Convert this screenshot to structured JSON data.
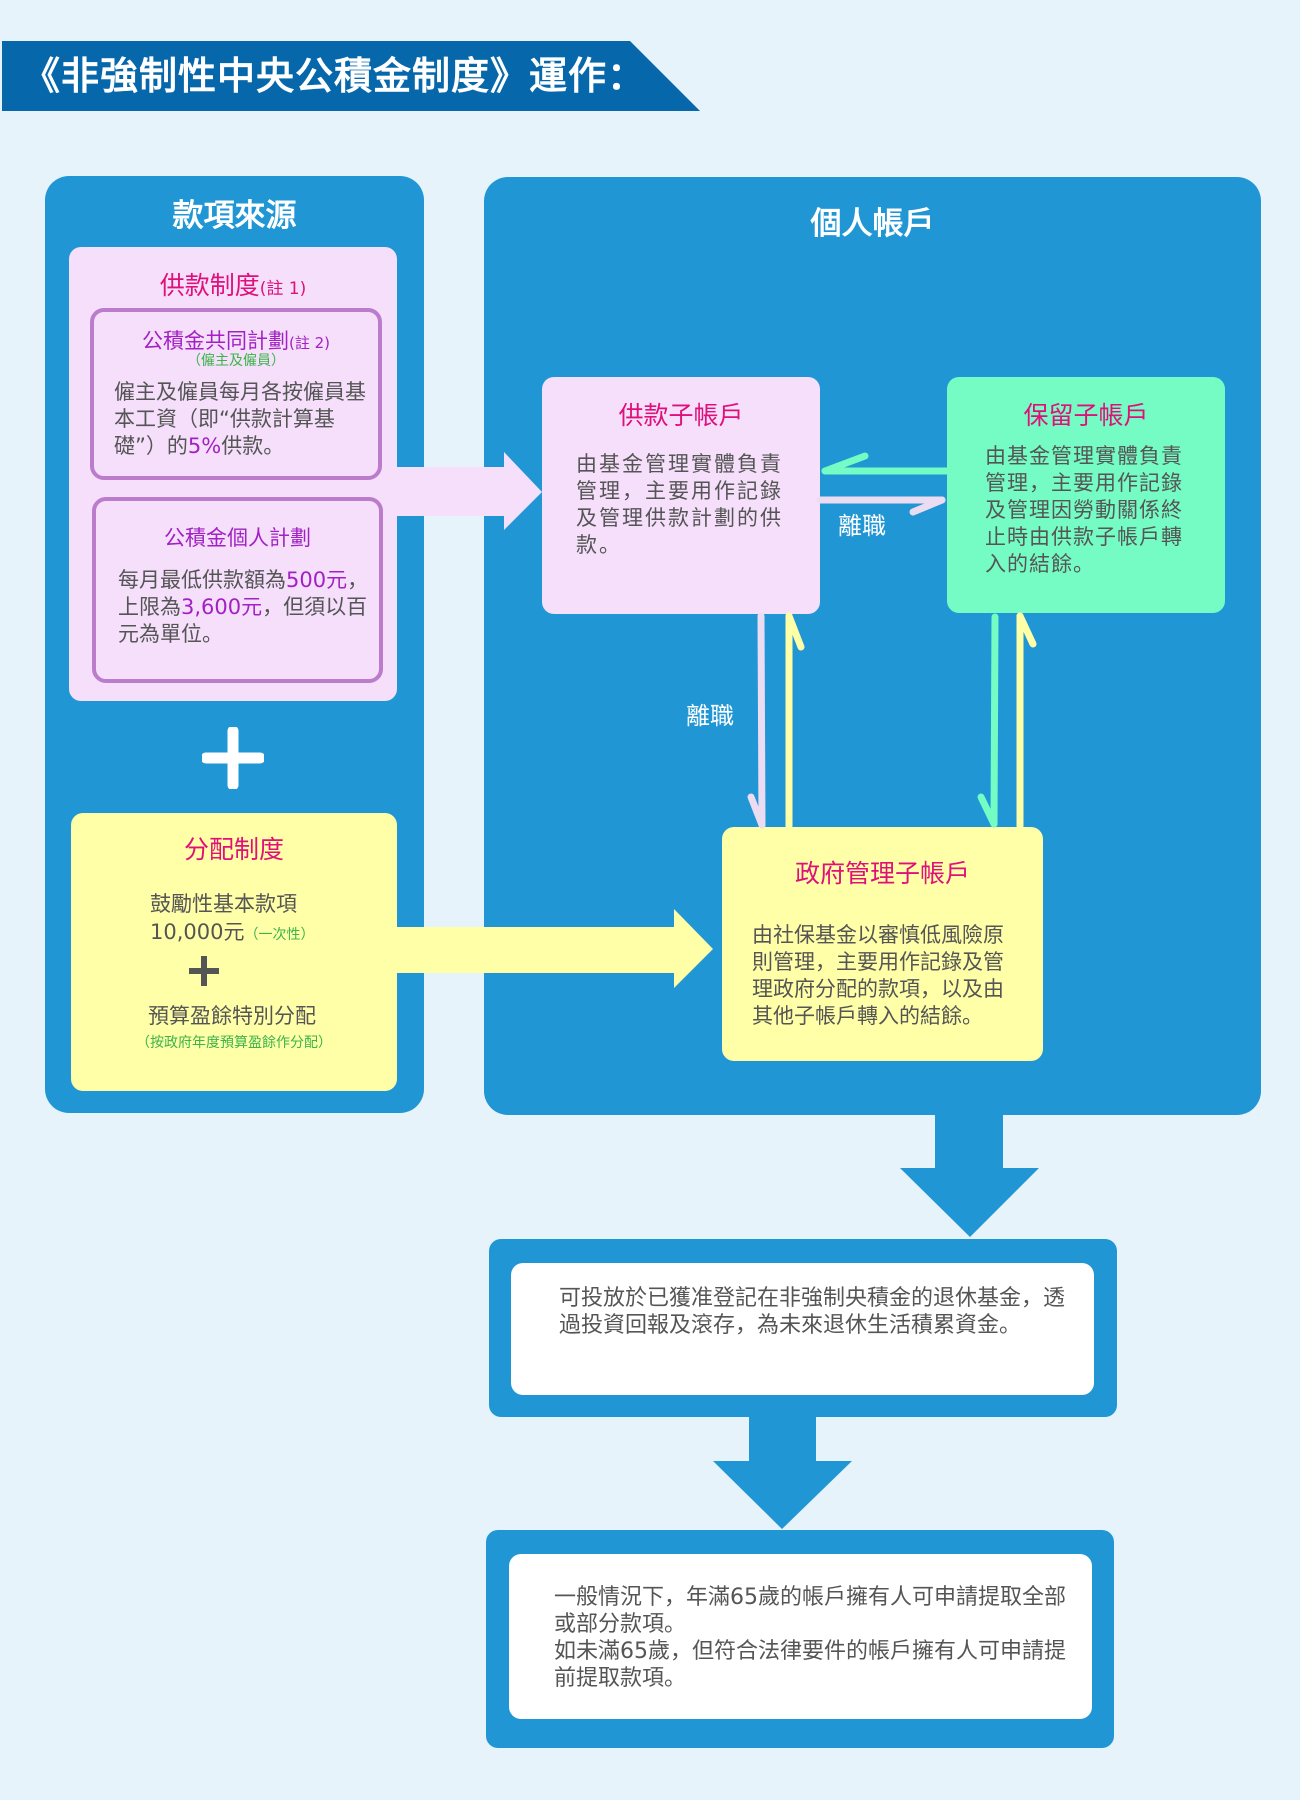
{
  "header": {
    "title": "《非強制性中央公積金制度》運作："
  },
  "colors": {
    "background": "#e6f3fb",
    "banner": "#0767ab",
    "panel": "#2096d5",
    "pink_box": "#f5dffb",
    "pink_border": "#bb7ccc",
    "green_box": "#75fcc4",
    "yellow_box": "#ffffa8",
    "title_magenta": "#e0107a",
    "plan_purple": "#a321c4",
    "note_green": "#3cb44a",
    "body_text": "#555555"
  },
  "sources": {
    "title": "款項來源",
    "contribution": {
      "title": "供款制度",
      "note": "(註 1)",
      "joint_plan": {
        "title": "公積金共同計劃",
        "note": "(註 2)",
        "subtitle": "（僱主及僱員）",
        "desc_pre": "僱主及僱員每月各按僱員基本工資（即“供款計算基礎”）的",
        "desc_highlight": "5%",
        "desc_post": "供款。"
      },
      "personal_plan": {
        "title": "公積金個人計劃",
        "desc_1": "每月最低供款額為",
        "min": "500元",
        "desc_2": "，上限為",
        "max": "3,600元",
        "desc_3": "，但須以百元為單位。"
      }
    },
    "plus_icon": "plus-icon",
    "allocation": {
      "title": "分配制度",
      "item1": "鼓勵性基本款項",
      "item1_amount": "10,000元",
      "item1_note": "（一次性）",
      "item2": "預算盈餘特別分配",
      "item2_note": "（按政府年度預算盈餘作分配）"
    }
  },
  "accounts": {
    "title": "個人帳戶",
    "contribution_account": {
      "title": "供款子帳戶",
      "desc": "由基金管理實體負責管理，主要用作記錄及管理供款計劃的供款。"
    },
    "preservation_account": {
      "title": "保留子帳戶",
      "desc": "由基金管理實體負責管理，主要用作記錄及管理因勞動關係終止時由供款子帳戶轉入的結餘。"
    },
    "government_account": {
      "title": "政府管理子帳戶",
      "desc": "由社保基金以審慎低風險原則管理，主要用作記錄及管理政府分配的款項，以及由其他子帳戶轉入的結餘。"
    },
    "transfer_label_1": "離職",
    "transfer_label_2": "離職"
  },
  "outcomes": {
    "investment": "可投放於已獲准登記在非強制央積金的退休基金，透過投資回報及滾存，為未來退休生活積累資金。",
    "withdrawal_line1": "一般情況下，年滿65歲的帳戶擁有人可申請提取全部或部分款項。",
    "withdrawal_line2": "如未滿65歲，但符合法律要件的帳戶擁有人可申請提前提取款項。"
  }
}
